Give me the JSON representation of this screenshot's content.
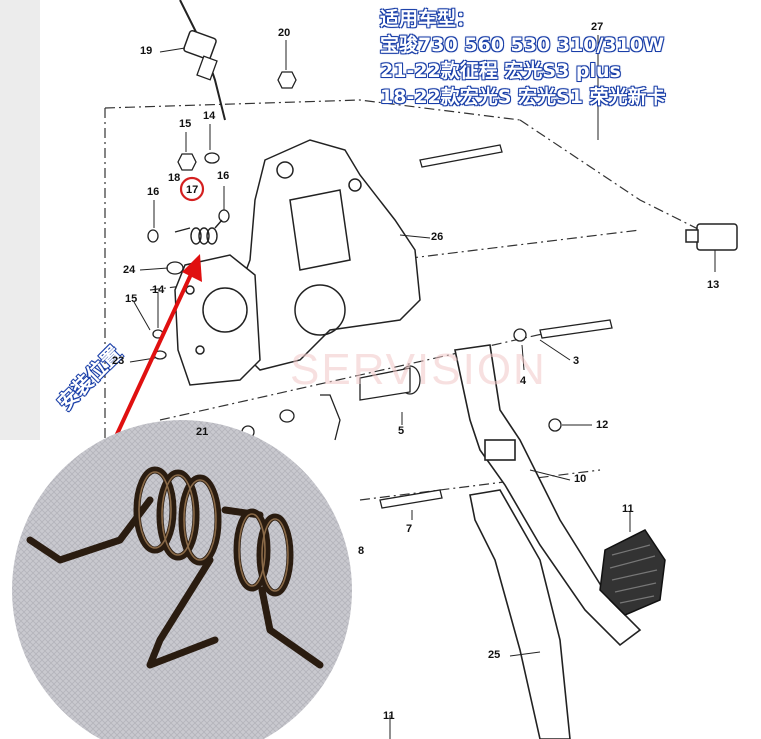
{
  "title": {
    "lines": [
      "适用车型：",
      "宝骏730 560 530 310/310W",
      "21-22款征程 宏光S3 plus",
      "18-22款宏光S 宏光S1 荣光新卡"
    ]
  },
  "install_label": "安装位置",
  "watermark": "SERVISION",
  "part_labels": {
    "p19": "19",
    "p20": "20",
    "p27": "27",
    "p15a": "15",
    "p14a": "14",
    "p18": "18",
    "p17": "17",
    "p16a": "16",
    "p16b": "16",
    "p26": "26",
    "p24": "24",
    "p15b": "15",
    "p14b": "14",
    "p13": "13",
    "p23": "23",
    "p3": "3",
    "p4": "4",
    "p21": "21",
    "p5": "5",
    "p12": "12",
    "p10": "10",
    "p7": "7",
    "p11a": "11",
    "p25": "25",
    "p11b": "11",
    "p8": "8"
  },
  "colors": {
    "title_text": "#ffffff",
    "title_outline": "#1a3fa8",
    "highlight_circle": "#d42020",
    "arrow": "#e01010",
    "line_art": "#222222"
  }
}
